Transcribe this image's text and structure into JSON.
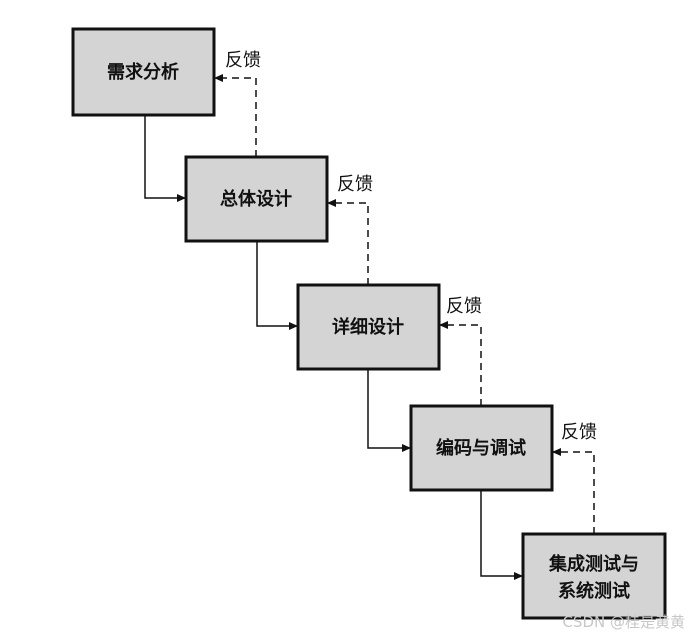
{
  "stages": [
    {
      "lines": [
        "需求分析"
      ]
    },
    {
      "lines": [
        "总体设计"
      ]
    },
    {
      "lines": [
        "详细设计"
      ]
    },
    {
      "lines": [
        "编码与调试"
      ]
    },
    {
      "lines": [
        "集成测试与",
        "系统测试"
      ]
    }
  ],
  "feedback_label": "反馈",
  "watermark": "CSDN @桂是黄黄",
  "colors": {
    "box_fill": "#d4d4d4",
    "stroke": "#111111",
    "background": "#ffffff"
  }
}
